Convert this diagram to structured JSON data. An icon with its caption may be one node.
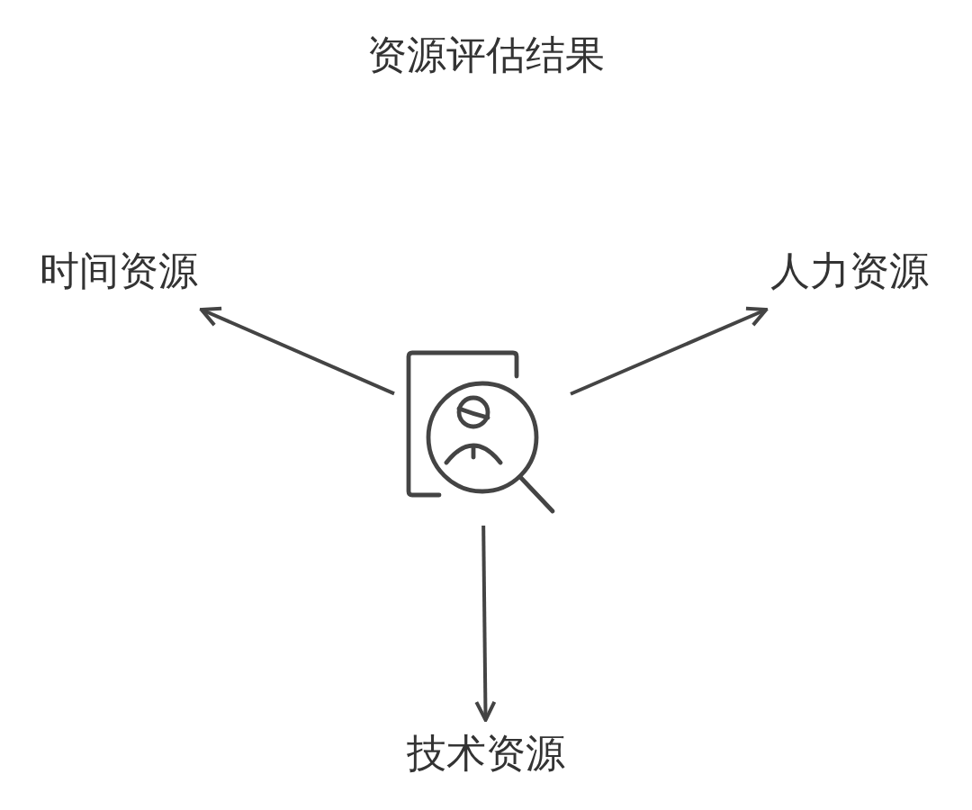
{
  "diagram": {
    "title": "资源评估结果",
    "nodes": [
      {
        "text": [
          "时间资源"
        ]
      },
      {
        "text": [
          "人力资源"
        ]
      },
      {
        "text": [],
        "shape": "picture"
      },
      {
        "text": [
          "技术资源"
        ]
      }
    ],
    "edges": [
      {
        "from": 2,
        "to": 0,
        "arrow": "to"
      },
      {
        "from": 2,
        "to": 1,
        "arrow": "to"
      },
      {
        "from": 2,
        "to": 3,
        "arrow": "to"
      }
    ]
  }
}
